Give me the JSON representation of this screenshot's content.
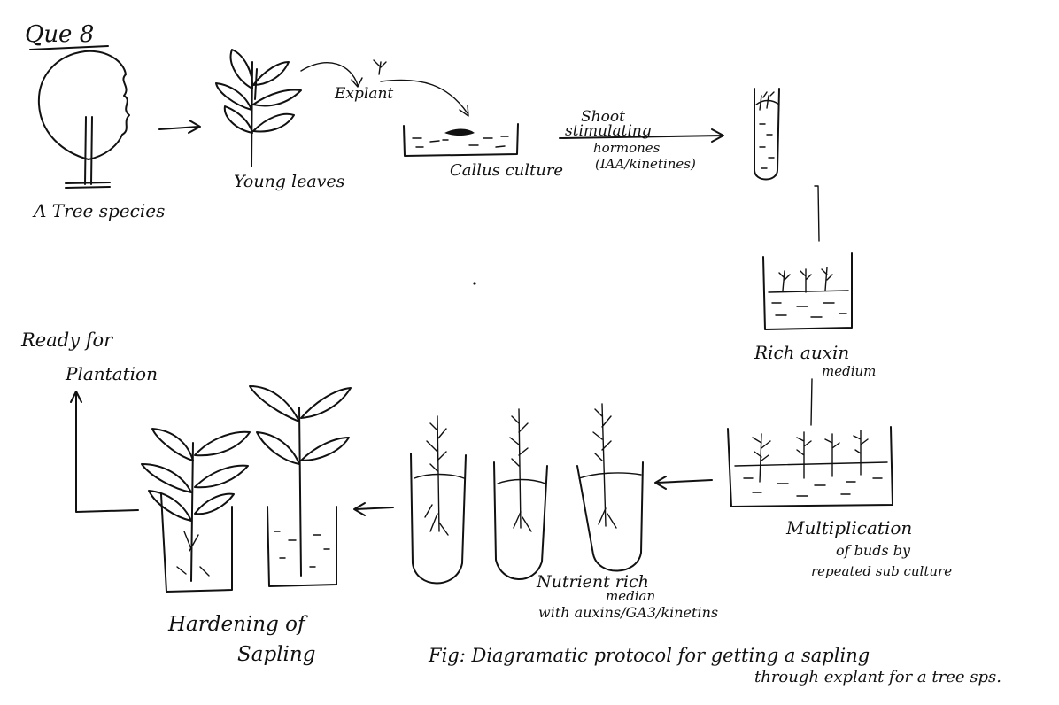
{
  "labels": {
    "question": "Que 8",
    "tree": "A Tree species",
    "young_leaves": "Young leaves",
    "explant": "Explant",
    "callus": "Callus culture",
    "shoot": "Shoot",
    "stimulating": "stimulating",
    "hormones": "hormones",
    "iaa_kinetines": "(IAA/kinetines)",
    "rich_auxin": "Rich auxin",
    "medium": "medium",
    "multiplication": "Multiplication",
    "of_buds": "of buds by",
    "repeated": "repeated sub culture",
    "nutrient_rich": "Nutrient rich",
    "median": "median",
    "with_auxins": "with auxins/GA3/kinetins",
    "hardening": "Hardening of",
    "sapling": "Sapling",
    "ready_for": "Ready for",
    "plantation": "Plantation",
    "fig_line1": "Fig: Diagramatic protocol for getting a sapling",
    "fig_line2": "through explant for a tree sps."
  }
}
